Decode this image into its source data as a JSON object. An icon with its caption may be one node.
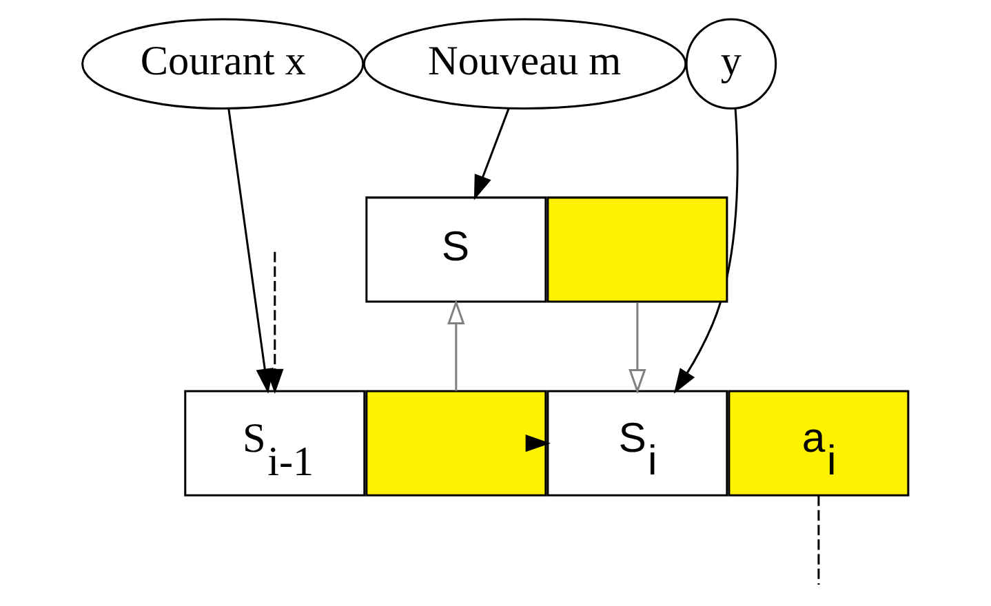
{
  "diagram": {
    "nodes": [
      {
        "text": [
          "Nouveau m"
        ]
      },
      {
        "text": [
          "Courant x"
        ]
      },
      {
        "text": [
          "y"
        ]
      },
      {
        "text": [
          "S"
        ]
      },
      {
        "text": [],
        "shape": "box"
      },
      {
        "text": [
          "S$_{i-1}$"
        ]
      },
      {
        "text": [],
        "shape": "box"
      },
      {
        "text": [
          "S$_{i}$"
        ]
      },
      {
        "text": [
          "a$_{i}$"
        ]
      }
    ],
    "edges": [
      {
        "from": 0,
        "to": 3,
        "arrow": "to"
      },
      {
        "from": 1,
        "to": 5,
        "arrow": "to"
      },
      {
        "from": 2,
        "to": 7,
        "arrow": "to"
      },
      {
        "from": null,
        "to": 5,
        "arrow": "to",
        "style": "dashed"
      },
      {
        "from": 6,
        "to": 3,
        "arrow": "to",
        "color": "#808080"
      },
      {
        "from": 4,
        "to": 7,
        "arrow": "to",
        "color": "#808080"
      },
      {
        "from": 6,
        "to": 7,
        "arrow": "to"
      },
      {
        "from": 8,
        "to": null,
        "arrow": "none",
        "style": "dashed"
      }
    ]
  }
}
